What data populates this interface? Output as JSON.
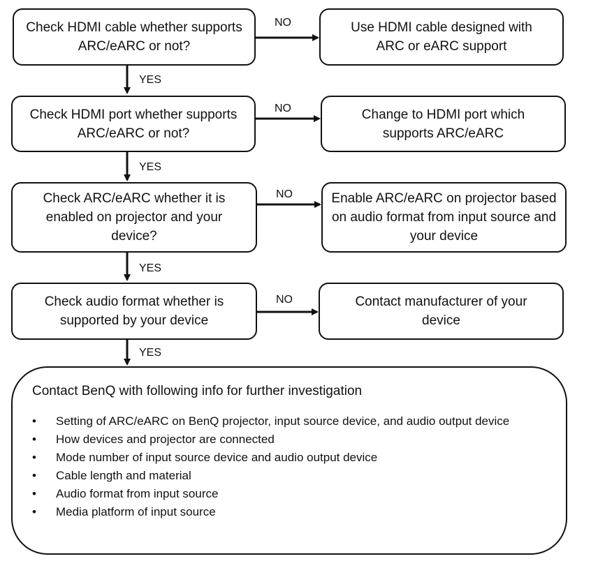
{
  "steps": [
    {
      "check": "Check HDMI cable whether supports ARC/eARC or not?",
      "action": "Use HDMI cable designed with ARC or eARC support"
    },
    {
      "check": "Check HDMI port whether supports ARC/eARC or not?",
      "action": "Change to HDMI port which supports ARC/eARC"
    },
    {
      "check": "Check ARC/eARC whether it is enabled on projector and your device?",
      "action": "Enable ARC/eARC on projector based on audio format from input source and your device"
    },
    {
      "check": "Check audio format whether is supported by your device",
      "action": "Contact manufacturer of your device"
    }
  ],
  "labels": {
    "no": "NO",
    "yes": "YES"
  },
  "final": {
    "title": "Contact BenQ with following info for further investigation",
    "bullet": "•",
    "items": [
      "Setting of ARC/eARC on BenQ projector, input source device, and audio output device",
      "How devices and projector are connected",
      "Mode number of input source device and audio output device",
      "Cable length and material",
      "Audio format from input source",
      "Media platform of input source"
    ]
  }
}
